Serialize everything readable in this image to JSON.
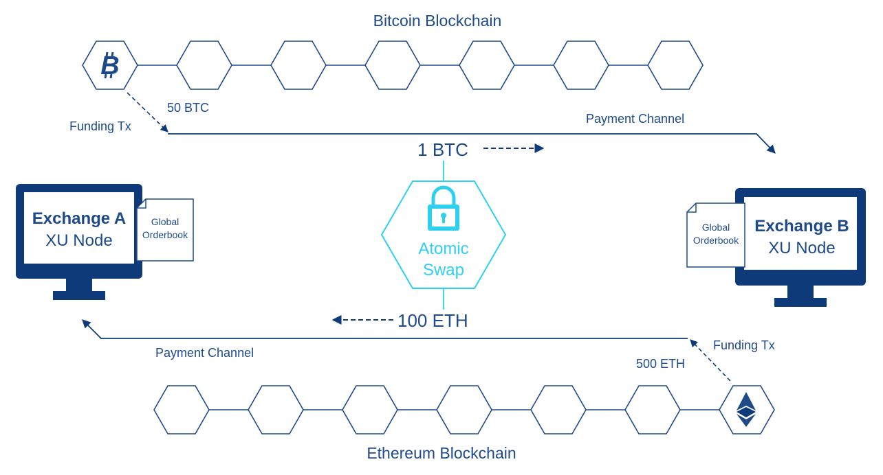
{
  "colors": {
    "primary": "#1e4a8a",
    "dark_navy": "#0e3a7a",
    "accent_cyan": "#2dd0ee",
    "background": "#ffffff"
  },
  "bitcoin_chain": {
    "title": "Bitcoin Blockchain",
    "icon": "bitcoin-icon",
    "block_count": 7
  },
  "ethereum_chain": {
    "title": "Ethereum Blockchain",
    "icon": "ethereum-icon",
    "block_count": 7
  },
  "top_flow": {
    "funding_label": "Funding Tx",
    "funding_amount": "50 BTC",
    "channel_label": "Payment Channel",
    "transfer_amount": "1 BTC"
  },
  "bottom_flow": {
    "funding_label": "Funding Tx",
    "funding_amount": "500 ETH",
    "channel_label": "Payment Channel",
    "transfer_amount": "100 ETH"
  },
  "swap": {
    "line1": "Atomic",
    "line2": "Swap",
    "icon": "lock-icon"
  },
  "exchange_a": {
    "title": "Exchange A",
    "subtitle": "XU Node",
    "doc_line1": "Global",
    "doc_line2": "Orderbook"
  },
  "exchange_b": {
    "title": "Exchange B",
    "subtitle": "XU Node",
    "doc_line1": "Global",
    "doc_line2": "Orderbook"
  }
}
